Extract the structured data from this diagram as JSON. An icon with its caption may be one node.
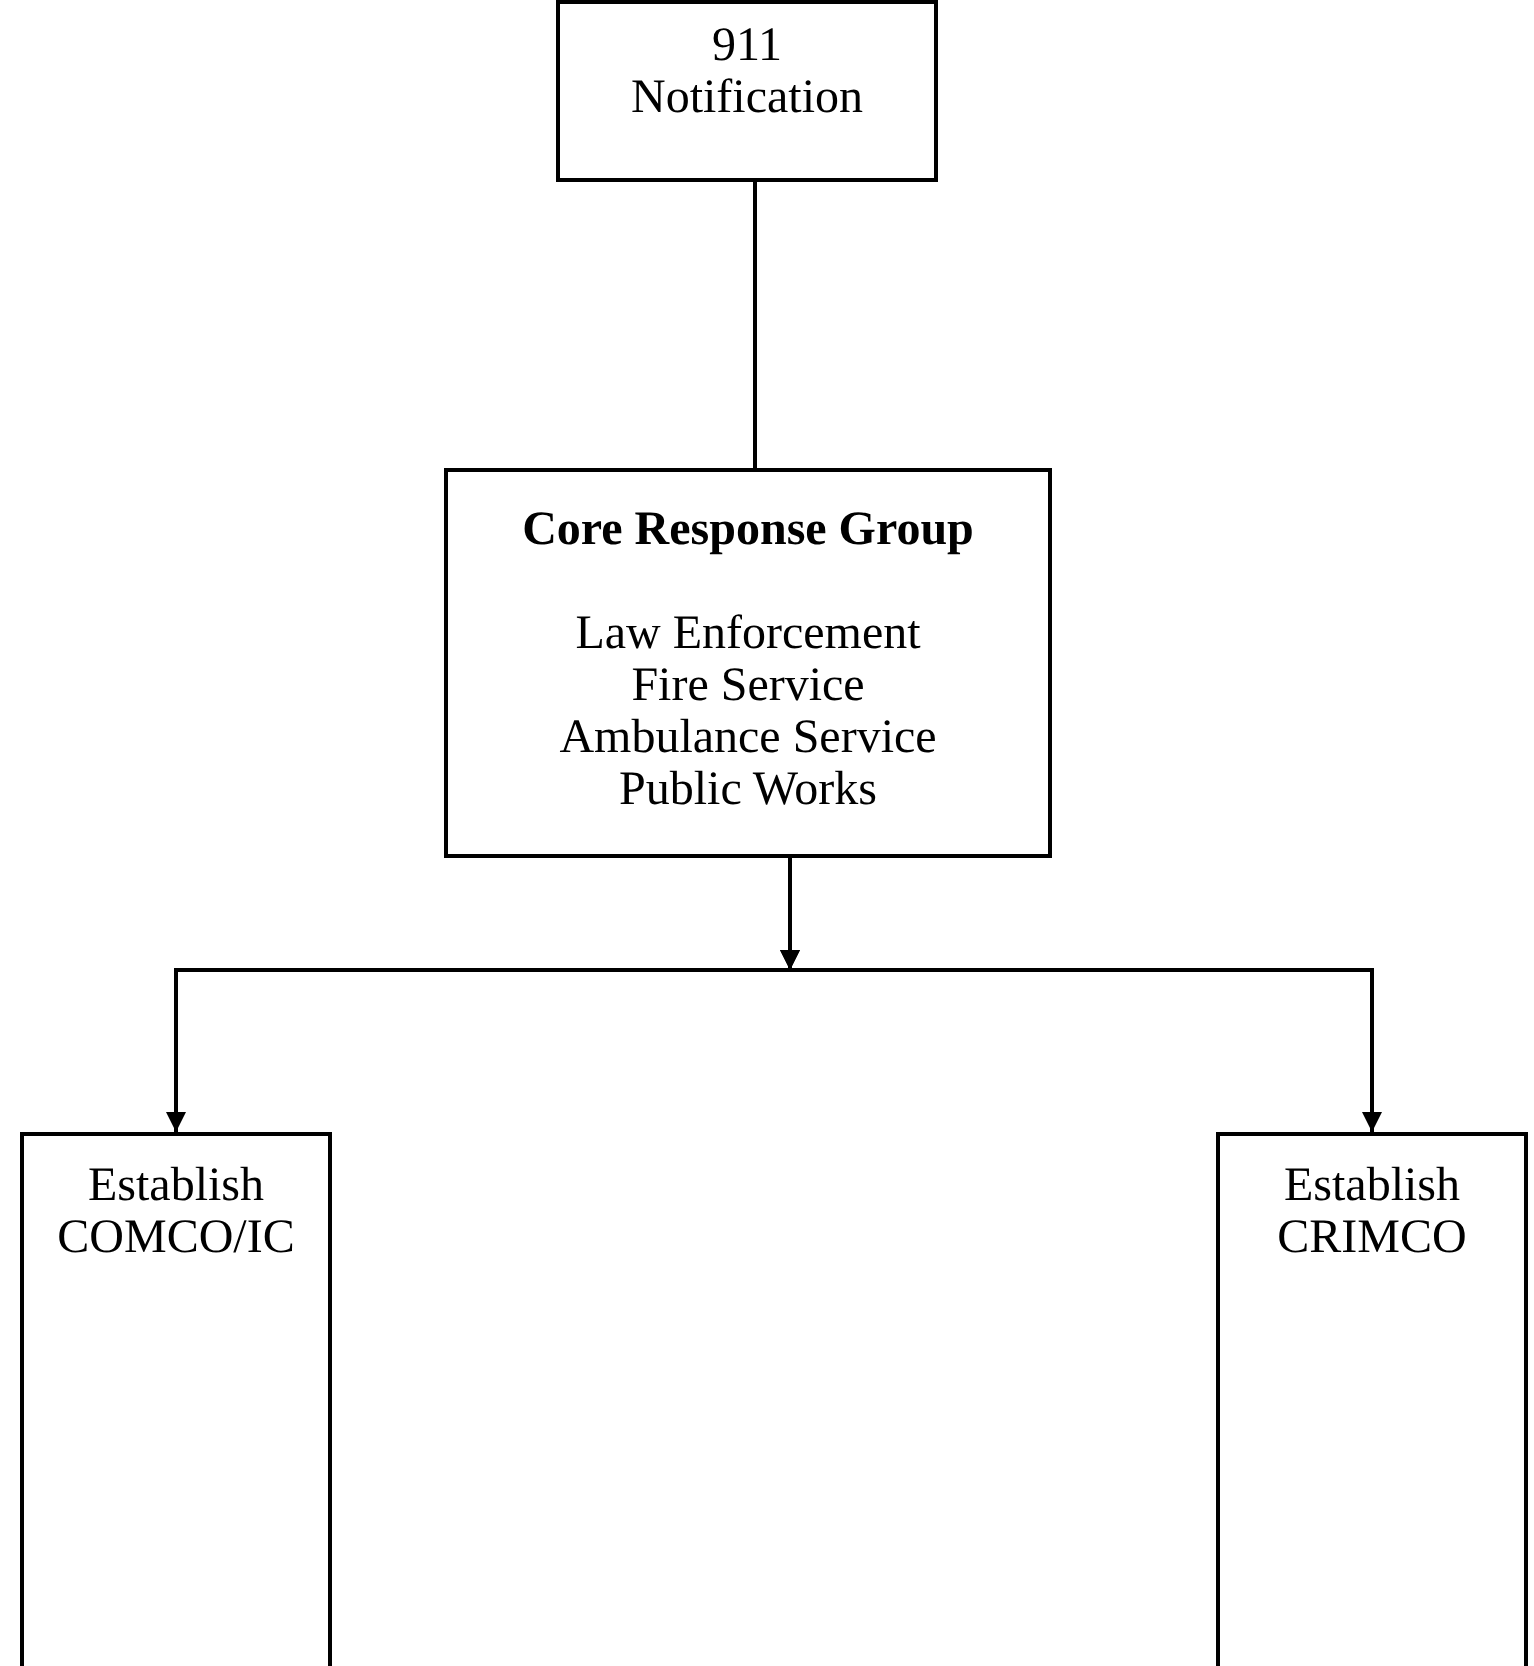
{
  "diagram": {
    "nodes": [
      {
        "text": [
          "911 Notification"
        ]
      },
      {
        "text": [
          "Core Response Group",
          "Law Enforcement",
          "Fire Service",
          "Ambulance Service",
          "Public Works"
        ]
      },
      {
        "text": [
          "Establish COMCO/IC"
        ]
      },
      {
        "text": [
          "Establish CRIMCO"
        ]
      }
    ],
    "edges": [
      {
        "from": 0,
        "to": 1,
        "arrow": "none"
      },
      {
        "from": 1,
        "to": 2,
        "arrow": "to"
      },
      {
        "from": 1,
        "to": 3,
        "arrow": "to"
      }
    ]
  }
}
